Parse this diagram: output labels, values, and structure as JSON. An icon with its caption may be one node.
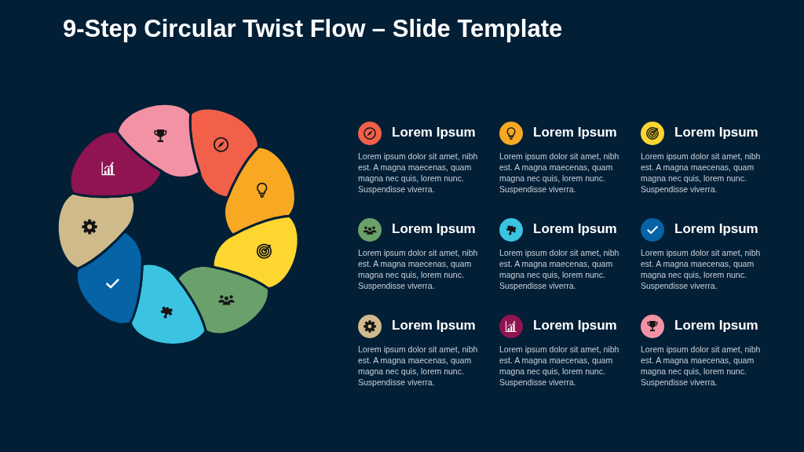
{
  "diagram": {
    "title": "9-Step Circular Twist Flow – Slide Template",
    "nodes": [
      {
        "text": [],
        "shape": "petal"
      },
      {
        "text": [],
        "shape": "petal"
      },
      {
        "text": [],
        "shape": "petal"
      },
      {
        "text": [],
        "shape": "petal"
      },
      {
        "text": [],
        "shape": "petal"
      },
      {
        "text": [],
        "shape": "petal"
      },
      {
        "text": [],
        "shape": "petal"
      },
      {
        "text": [],
        "shape": "petal"
      },
      {
        "text": [],
        "shape": "petal"
      }
    ],
    "labels": [
      "Lorem Ipsum",
      "Lorem ipsum dolor sit amet, nibh est. A magna maecenas, quam magna nec quis, lorem nunc. Suspendisse viverra.",
      "Lorem Ipsum",
      "Lorem ipsum dolor sit amet, nibh est. A magna maecenas, quam magna nec quis, lorem nunc. Suspendisse viverra.",
      "Lorem Ipsum",
      "Lorem ipsum dolor sit amet, nibh est. A magna maecenas, quam magna nec quis, lorem nunc. Suspendisse viverra.",
      "Lorem Ipsum",
      "Lorem ipsum dolor sit amet, nibh est. A magna maecenas, quam magna nec quis, lorem nunc. Suspendisse viverra.",
      "Lorem Ipsum",
      "Lorem ipsum dolor sit amet, nibh est. A magna maecenas, quam magna nec quis, lorem nunc. Suspendisse viverra.",
      "Lorem Ipsum",
      "Lorem ipsum dolor sit amet, nibh est. A magna maecenas, quam magna nec quis, lorem nunc. Suspendisse viverra.",
      "Lorem Ipsum",
      "Lorem ipsum dolor sit amet, nibh est. A magna maecenas, quam magna nec quis, lorem nunc. Suspendisse viverra.",
      "Lorem Ipsum",
      "Lorem ipsum dolor sit amet, nibh est. A magna maecenas, quam magna nec quis, lorem nunc. Suspendisse viverra.",
      "Lorem Ipsum",
      "Lorem ipsum dolor sit amet, nibh est. A magna maecenas, quam magna nec quis, lorem nunc. Suspendisse viverra."
    ]
  }
}
